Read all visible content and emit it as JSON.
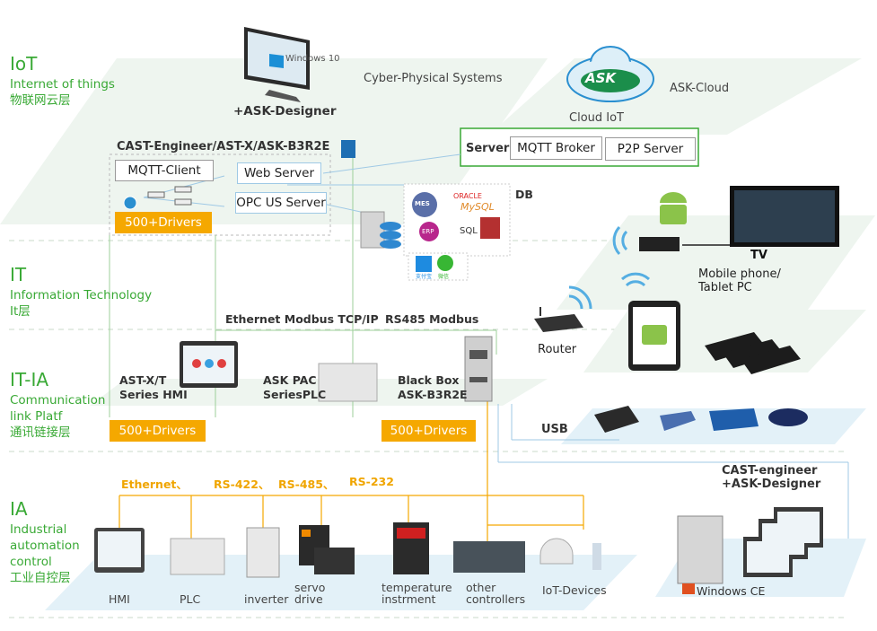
{
  "layers": {
    "iot": {
      "title": "IoT",
      "en": "Internet of things",
      "cn": "物联网云层"
    },
    "it": {
      "title": "IT",
      "en": "Information Technology",
      "cn": "It层"
    },
    "itia": {
      "title": "IT-IA",
      "en1": "Communication",
      "en2": "link Platf",
      "cn": "通讯链接层"
    },
    "ia": {
      "title": "IA",
      "en1": "Industrial",
      "en2": "automation",
      "en3": "control",
      "cn": "工业自控层"
    }
  },
  "top": {
    "windows10": "Windows 10",
    "designer": "+ASK-Designer",
    "cps": "Cyber-Physical Systems",
    "ask_cloud": "ASK-Cloud",
    "cloud_logo": "ASK",
    "cloud_iot": "Cloud IoT",
    "server_label": "Server",
    "mqtt_broker": "MQTT Broker",
    "p2p_server": "P2P Server"
  },
  "engineer": {
    "title": "CAST-Engineer/AST-X/ASK-B3R2E",
    "mqtt_client": "MQTT-Client",
    "web_server": "Web Server",
    "opc_server": "OPC US Server",
    "drivers": "500+Drivers",
    "db": "DB",
    "db_labels": {
      "mes": "MES",
      "oracle": "ORACLE",
      "mysql": "MySQL",
      "erp": "ERP",
      "sql": "SQL"
    },
    "pay_labels": {
      "alipay": "支付宝",
      "wechat": "微信"
    }
  },
  "mobile": {
    "tv": "TV",
    "mobile1": "Mobile phone/",
    "mobile2": "Tablet PC",
    "router": "Router",
    "usb": "USB"
  },
  "comm": {
    "ethernet_modbus": "Ethernet Modbus TCP/IP",
    "rs485_modbus": "RS485 Modbus",
    "hmi1": "AST-X/T",
    "hmi2": "Series HMI",
    "pac1": "ASK PAC",
    "pac2": "SeriesPLC",
    "bb1": "Black Box",
    "bb2": "ASK-B3R2E",
    "drivers_left": "500+Drivers",
    "drivers_right": "500+Drivers",
    "cast_engineer": "CAST-engineer",
    "ask_designer": "+ASK-Designer"
  },
  "ia_row": {
    "protocols": [
      "Ethernet、",
      "RS-422、",
      "RS-485、",
      "RS-232"
    ],
    "devices": {
      "hmi": "HMI",
      "plc": "PLC",
      "inverter": "inverter",
      "servo1": "servo",
      "servo2": "drive",
      "temp1": "temperature",
      "temp2": "instrment",
      "other1": "other",
      "other2": "controllers",
      "iot": "IoT-Devices"
    },
    "windows_ce": "Windows CE"
  },
  "colors": {
    "green": "#39a935",
    "orange": "#f5a800",
    "panel": "#e3f1f8",
    "pale": "#edf5f0"
  }
}
